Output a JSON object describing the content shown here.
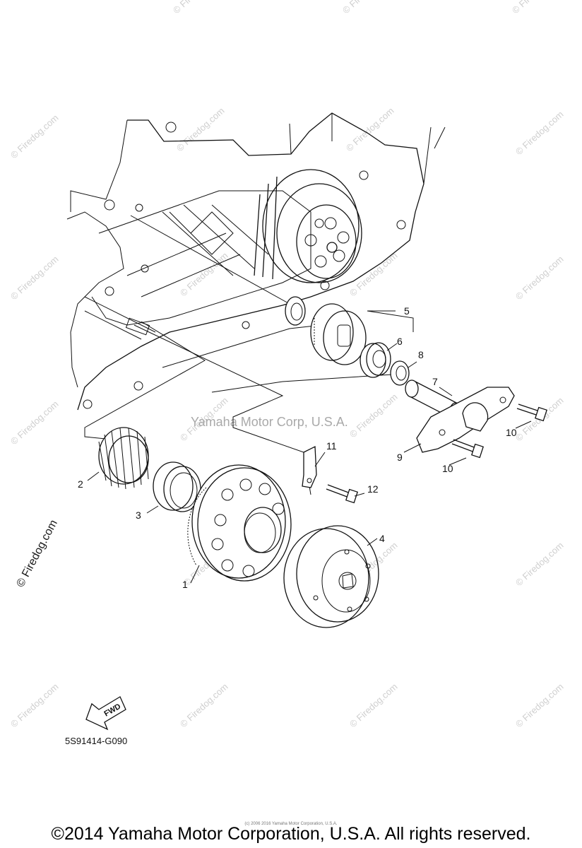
{
  "watermark": {
    "text": "© Firedog.com",
    "center_mark": "Yamaha Motor Corp, U.S.A."
  },
  "callouts": [
    {
      "id": "1",
      "label": "1"
    },
    {
      "id": "2",
      "label": "2"
    },
    {
      "id": "3",
      "label": "3"
    },
    {
      "id": "4",
      "label": "4"
    },
    {
      "id": "5",
      "label": "5"
    },
    {
      "id": "6",
      "label": "6"
    },
    {
      "id": "7",
      "label": "7"
    },
    {
      "id": "8",
      "label": "8"
    },
    {
      "id": "9",
      "label": "9"
    },
    {
      "id": "10a",
      "label": "10"
    },
    {
      "id": "10b",
      "label": "10"
    },
    {
      "id": "11",
      "label": "11"
    },
    {
      "id": "12",
      "label": "12"
    }
  ],
  "fwd_label": "FWD",
  "diagram_code": "5S91414-G090",
  "fine_print": "(c) 2006 2016 Yamaha Motor Corporation, U.S.A.",
  "footer": "©2014 Yamaha Motor Corporation, U.S.A. All rights reserved."
}
